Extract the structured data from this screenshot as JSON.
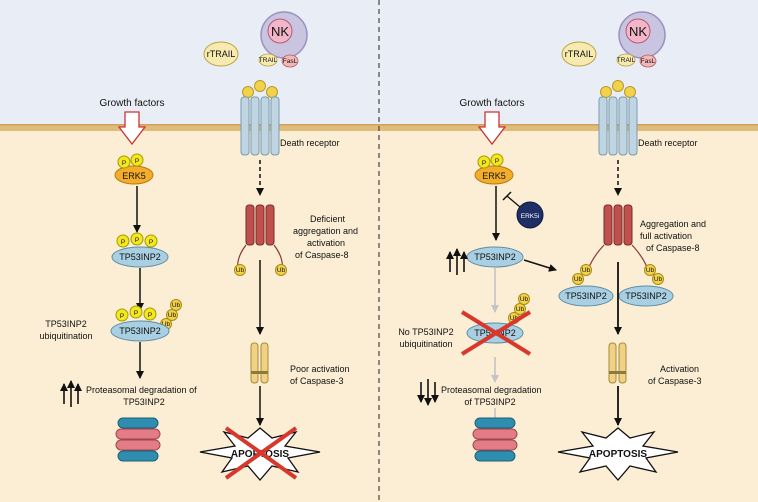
{
  "left": {
    "growth_factors": "Growth factors",
    "rtrail": "rTRAIL",
    "nk": "NK",
    "trail": "TRAIL",
    "fasl": "FasL",
    "death_receptor": "Death receptor",
    "p": "P",
    "erk5": "ERK5",
    "tp53inp2": "TP53INP2",
    "ub": "Ub",
    "deficient_line1": "Deficient",
    "deficient_line2": "aggregation and",
    "deficient_line3": "activation",
    "deficient_line4": "of Caspase-8",
    "ubiq_line1": "TP53INP2",
    "ubiq_line2": "ubiquitination",
    "poor_line1": "Poor activation",
    "poor_line2": "of Caspase-3",
    "degr_line1": "Proteasomal degradation of",
    "degr_line2": "TP53INP2",
    "apoptosis": "APOPTOSIS"
  },
  "right": {
    "growth_factors": "Growth factors",
    "rtrail": "rTRAIL",
    "nk": "NK",
    "trail": "TRAIL",
    "fasl": "FasL",
    "death_receptor": "Death receptor",
    "p": "P",
    "erk5": "ERK5",
    "erk5i": "ERK5i",
    "tp53inp2": "TP53INP2",
    "ub": "Ub",
    "aggr_line1": "Aggregation and",
    "aggr_line2": "full activation",
    "aggr_line3": "of Caspase-8",
    "noubiq_line1": "No TP53INP2",
    "noubiq_line2": "ubiquitination",
    "act_line1": "Activation",
    "act_line2": "of Caspase-3",
    "degr_line1": "Proteasomal degradation",
    "degr_line2": "of TP53INP2",
    "apoptosis": "APOPTOSIS"
  },
  "colors": {
    "extracellular": "#e9eef6",
    "cytoplasm": "#fbeed4",
    "membrane": "#e0bc7a",
    "erk5": "#f3ad2a",
    "phospho": "#f3e81e",
    "tp53inp2": "#a9cfe2",
    "caspase8": "#c0504d",
    "caspase3": "#f1d284",
    "erk5i": "#1e2f66",
    "cross": "#d8372c",
    "nk": "#c9c4e0"
  }
}
